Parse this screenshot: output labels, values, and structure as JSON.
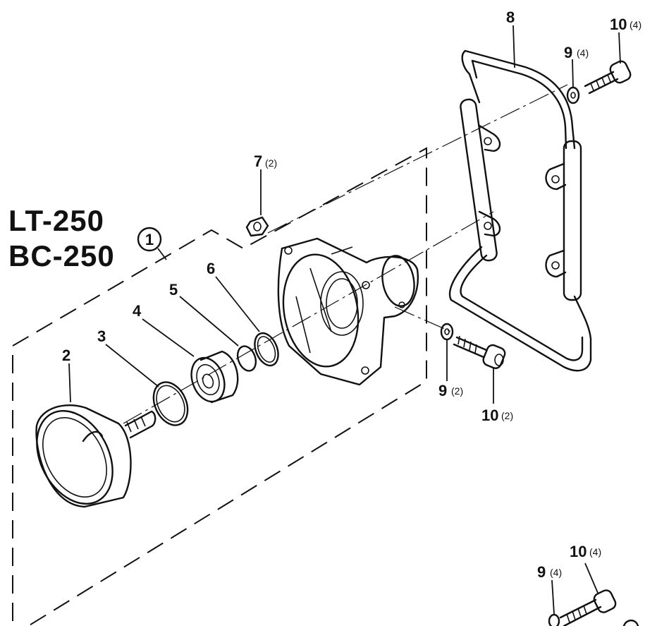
{
  "models": [
    "LT-250",
    "BC-250"
  ],
  "assembly_callout": "1",
  "parts": [
    {
      "no": "2",
      "qty": ""
    },
    {
      "no": "3",
      "qty": ""
    },
    {
      "no": "4",
      "qty": ""
    },
    {
      "no": "5",
      "qty": ""
    },
    {
      "no": "6",
      "qty": ""
    },
    {
      "no": "7",
      "qty": "(2)"
    },
    {
      "no": "8",
      "qty": ""
    },
    {
      "no": "9",
      "qty": "(4)"
    },
    {
      "no": "10",
      "qty": "(4)"
    },
    {
      "no": "9",
      "qty": "(2)"
    },
    {
      "no": "10",
      "qty": "(2)"
    },
    {
      "no": "9",
      "qty": "(4)"
    },
    {
      "no": "10",
      "qty": "(4)"
    }
  ]
}
